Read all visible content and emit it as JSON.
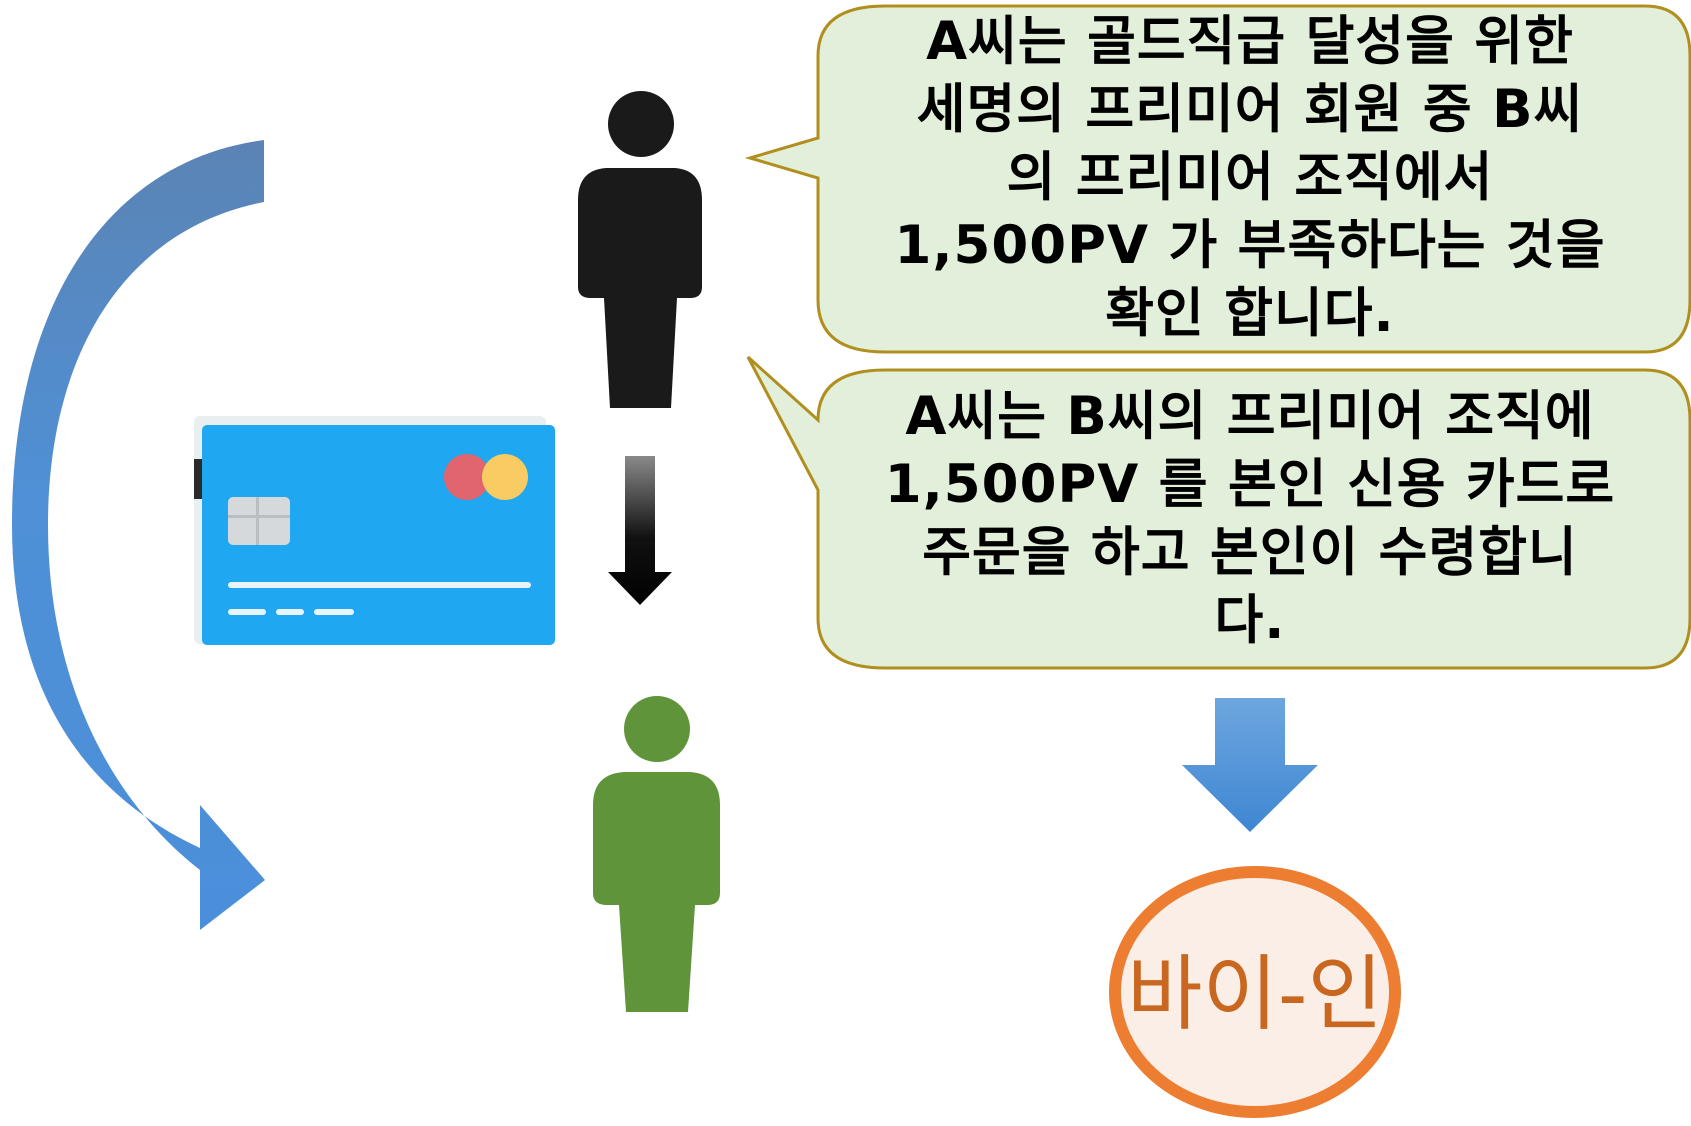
{
  "bubbles": [
    {
      "lines": [
        "A씨는 골드직급 달성을 위한",
        "세명의 프리미어 회원 중 B씨",
        "의 프리미어 조직에서",
        "1,500PV 가 부족하다는 것을",
        "확인 합니다."
      ]
    },
    {
      "lines": [
        "A씨는 B씨의 프리미어 조직에",
        "1,500PV 를 본인 신용 카드로",
        "주문을 하고 본인이 수령합니",
        "다."
      ]
    }
  ],
  "result": {
    "label": "바이-인"
  },
  "colors": {
    "bubble_fill": "#e2efda",
    "bubble_stroke": "#b08f1f",
    "person_a": "#1a1a1a",
    "person_b": "#5f943a",
    "card": "#1fa7f2",
    "arrow_blue": "#4a8fd8",
    "result_ring": "#ec7d31",
    "result_fill": "#fbeee6"
  },
  "icons": [
    "person-black-icon",
    "person-green-icon",
    "credit-card-icon",
    "down-arrow-icon",
    "curved-arrow-icon",
    "blue-down-arrow-icon"
  ]
}
